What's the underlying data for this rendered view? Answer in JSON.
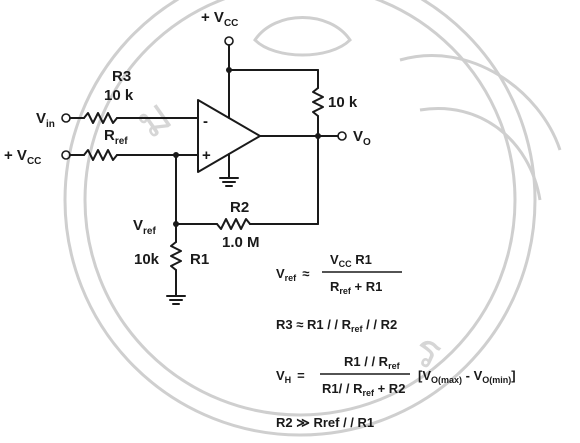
{
  "labels": {
    "vcc_top": "+ V",
    "vcc_top_sub": "CC",
    "r3_name": "R3",
    "r3_value": "10 k",
    "vin": "V",
    "vin_sub": "in",
    "vcc_left": "+ V",
    "vcc_left_sub": "CC",
    "rref": "R",
    "rref_sub": "ref",
    "minus": "-",
    "plus": "+",
    "pullup_value": "10 k",
    "vo": "V",
    "vo_sub": "O",
    "vref": "V",
    "vref_sub": "ref",
    "r2_name": "R2",
    "r2_value": "1.0 M",
    "r1_value": "10k",
    "r1_name": "R1"
  },
  "equations": {
    "eq1_lhs": "V",
    "eq1_lhs_sub": "ref",
    "eq1_op": "≈",
    "eq1_num": "V",
    "eq1_num_sub": "CC",
    "eq1_num_rest": " R1",
    "eq1_den": "R",
    "eq1_den_sub": "ref",
    "eq1_den_rest": " + R1",
    "eq2": "R3 ≈ R1 / / R",
    "eq2_sub": "ref",
    "eq2_rest": " / / R2",
    "eq3_lhs": "V",
    "eq3_lhs_sub": "H",
    "eq3_op": "=",
    "eq3_num": "R1 / / R",
    "eq3_num_sub": "ref",
    "eq3_den": "R1/ / R",
    "eq3_den_sub": "ref",
    "eq3_den_rest": " + R2",
    "eq3_factor": "[V",
    "eq3_factor_sub1": "O(max)",
    "eq3_factor_mid": " - V",
    "eq3_factor_sub2": "O(min)",
    "eq3_factor_end": "]",
    "eq4": "R2 ≫ Rref / / R1"
  }
}
